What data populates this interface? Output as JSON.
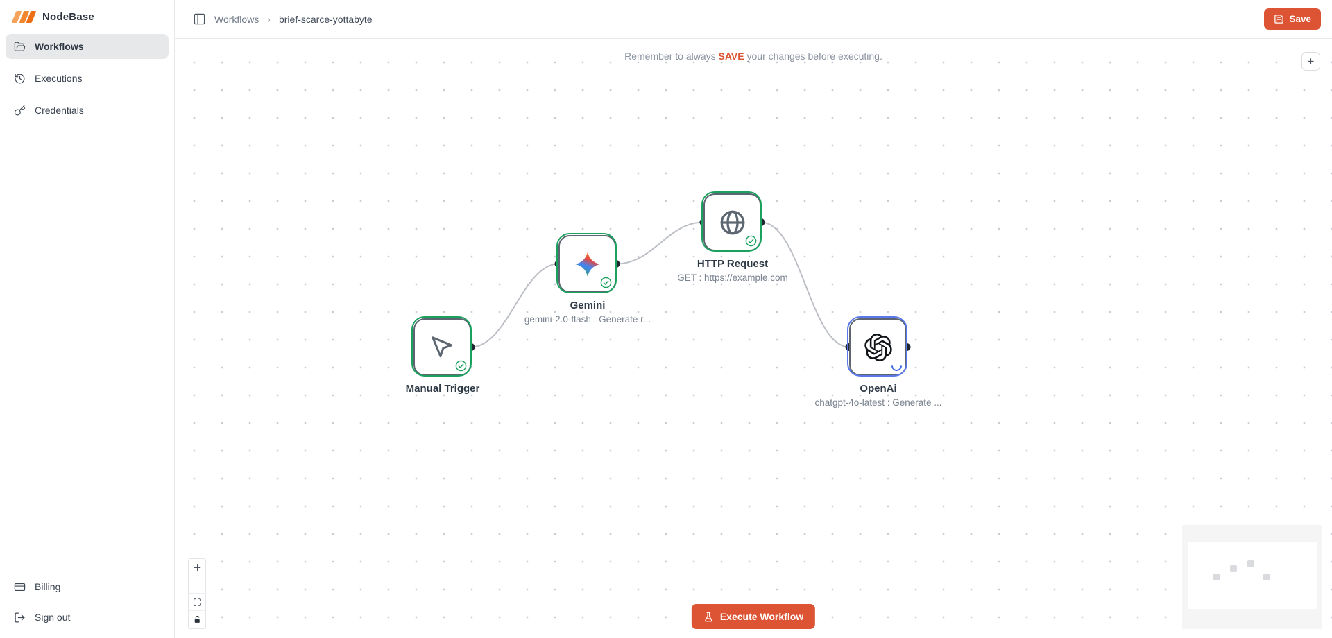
{
  "app": {
    "name": "NodeBase"
  },
  "sidebar": {
    "items": [
      {
        "label": "Workflows",
        "icon": "folder-open-icon",
        "active": true
      },
      {
        "label": "Executions",
        "icon": "history-icon",
        "active": false
      },
      {
        "label": "Credentials",
        "icon": "key-icon",
        "active": false
      }
    ],
    "footer_items": [
      {
        "label": "Billing",
        "icon": "credit-card-icon"
      },
      {
        "label": "Sign out",
        "icon": "logout-icon"
      }
    ]
  },
  "header": {
    "breadcrumb_root": "Workflows",
    "breadcrumb_separator": "›",
    "breadcrumb_current": "brief-scarce-yottabyte",
    "save_label": "Save"
  },
  "canvas": {
    "notice_pre": "Remember to always ",
    "notice_highlight": "SAVE",
    "notice_post": " your changes before executing.",
    "execute_label": "Execute Workflow",
    "add_node_label": "+",
    "nodes": [
      {
        "title": "Manual Trigger",
        "subtitle": "",
        "status": "success",
        "icon": "mouse-pointer-icon"
      },
      {
        "title": "Gemini",
        "subtitle": "gemini-2.0-flash : Generate r...",
        "status": "success",
        "icon": "gemini-icon"
      },
      {
        "title": "HTTP Request",
        "subtitle": "GET : https://example.com",
        "status": "success",
        "icon": "globe-icon"
      },
      {
        "title": "OpenAi",
        "subtitle": "chatgpt-4o-latest : Generate ...",
        "status": "running",
        "icon": "openai-icon"
      }
    ]
  },
  "colors": {
    "accent_orange": "#DC5433",
    "success_green": "#1AA15D",
    "running_blue": "#5A78EA",
    "node_border": "#5c6570",
    "edge_gray": "#bcc0c6"
  }
}
